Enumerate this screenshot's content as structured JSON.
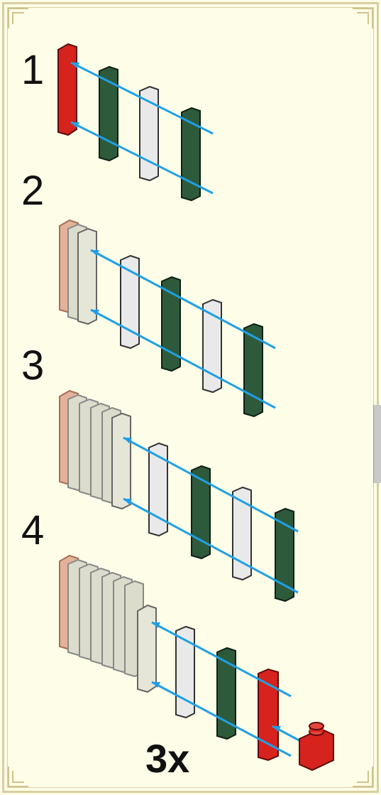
{
  "steps": [
    {
      "number": "1"
    },
    {
      "number": "2"
    },
    {
      "number": "3"
    },
    {
      "number": "4"
    }
  ],
  "multiplier": "3x",
  "colors": {
    "red": "#d6231d",
    "dark_green": "#2e5a3c",
    "white_piece": "#e9e9e9",
    "light_gray": "#dcdccc",
    "tan": "#e3b29a",
    "axle_line": "#1ea0e6",
    "background": "#fefde8",
    "frame": "#d9cfa0"
  }
}
